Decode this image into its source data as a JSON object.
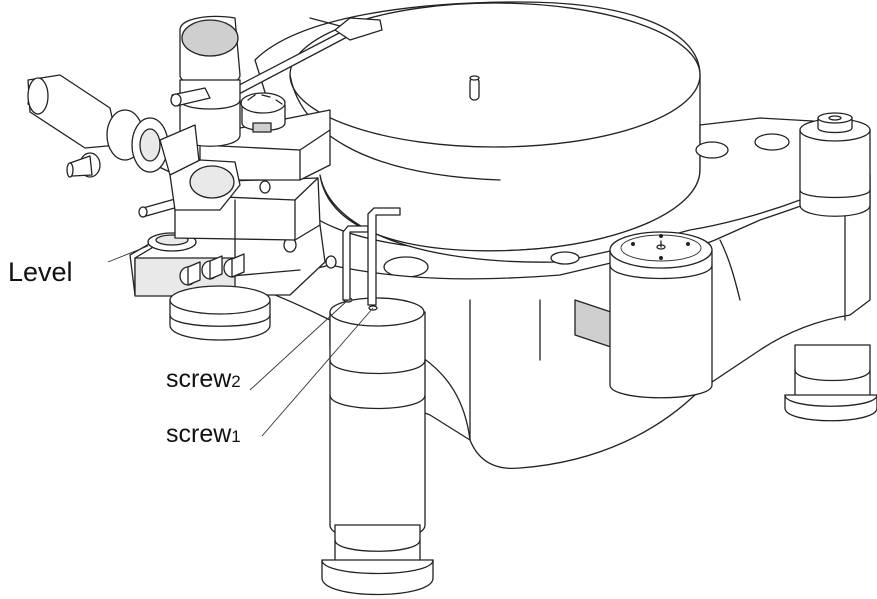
{
  "labels": {
    "level": "Level",
    "screw2_text": "screw",
    "screw2_sub": "2",
    "screw1_text": "screw",
    "screw1_sub": "1"
  },
  "colors": {
    "line": "#222222",
    "background": "#ffffff"
  }
}
